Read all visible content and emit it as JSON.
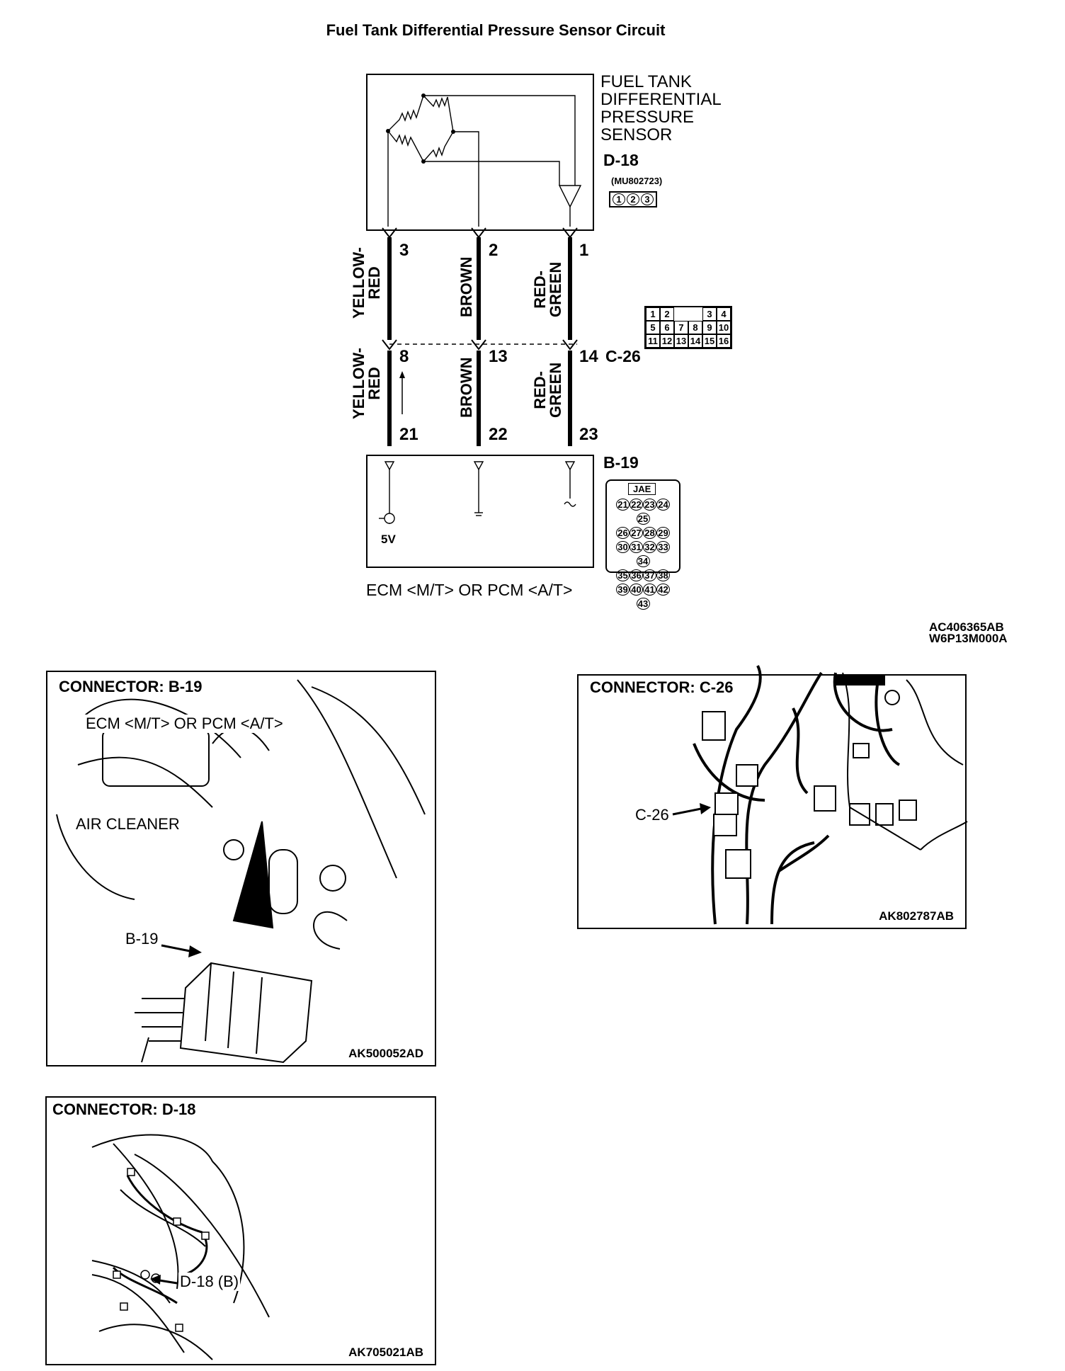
{
  "title": "Fuel Tank Differential Pressure Sensor Circuit",
  "sensor": {
    "name_lines": [
      "FUEL TANK",
      "DIFFERENTIAL",
      "PRESSURE",
      "SENSOR"
    ],
    "connector_id": "D-18",
    "part_number": "(MU802723)",
    "pins": [
      "1",
      "2",
      "3"
    ]
  },
  "wires": {
    "upper": [
      {
        "pin": "3",
        "color_lines": [
          "YELLOW-",
          "RED"
        ]
      },
      {
        "pin": "2",
        "color_lines": [
          "BROWN"
        ]
      },
      {
        "pin": "1",
        "color_lines": [
          "RED-",
          "GREEN"
        ]
      }
    ],
    "mid_pins": [
      "8",
      "13",
      "14"
    ],
    "lower": [
      {
        "pin": "21",
        "color_lines": [
          "YELLOW-",
          "RED"
        ]
      },
      {
        "pin": "22",
        "color_lines": [
          "BROWN"
        ]
      },
      {
        "pin": "23",
        "color_lines": [
          "RED-",
          "GREEN"
        ]
      }
    ]
  },
  "c26": {
    "id": "C-26",
    "rows": [
      [
        "1",
        "2",
        "",
        "",
        "3",
        "4"
      ],
      [
        "5",
        "6",
        "7",
        "8",
        "9",
        "10"
      ],
      [
        "11",
        "12",
        "13",
        "14",
        "15",
        "16"
      ]
    ]
  },
  "b19": {
    "id": "B-19",
    "tag": "JAE",
    "rows": [
      [
        "21",
        "22",
        "23",
        "24",
        "25"
      ],
      [
        "26",
        "27",
        "28",
        "29"
      ],
      [
        "30",
        "31",
        "32",
        "33",
        "34"
      ],
      [
        "35",
        "36",
        "37",
        "38"
      ],
      [
        "39",
        "40",
        "41",
        "42",
        "43"
      ]
    ]
  },
  "ecm": {
    "label": "ECM <M/T> OR PCM <A/T>",
    "voltage": "5V"
  },
  "ref_codes": [
    "AC406365AB",
    "W6P13M000A"
  ],
  "panels": {
    "b19": {
      "title": "CONNECTOR: B-19",
      "callouts": [
        "ECM <M/T> OR PCM <A/T>",
        "AIR CLEANER",
        "B-19"
      ],
      "code": "AK500052AD"
    },
    "c26": {
      "title": "CONNECTOR: C-26",
      "callouts": [
        "C-26"
      ],
      "code": "AK802787AB"
    },
    "d18": {
      "title": "CONNECTOR: D-18",
      "callouts": [
        "D-18 (B)"
      ],
      "code": "AK705021AB"
    }
  }
}
